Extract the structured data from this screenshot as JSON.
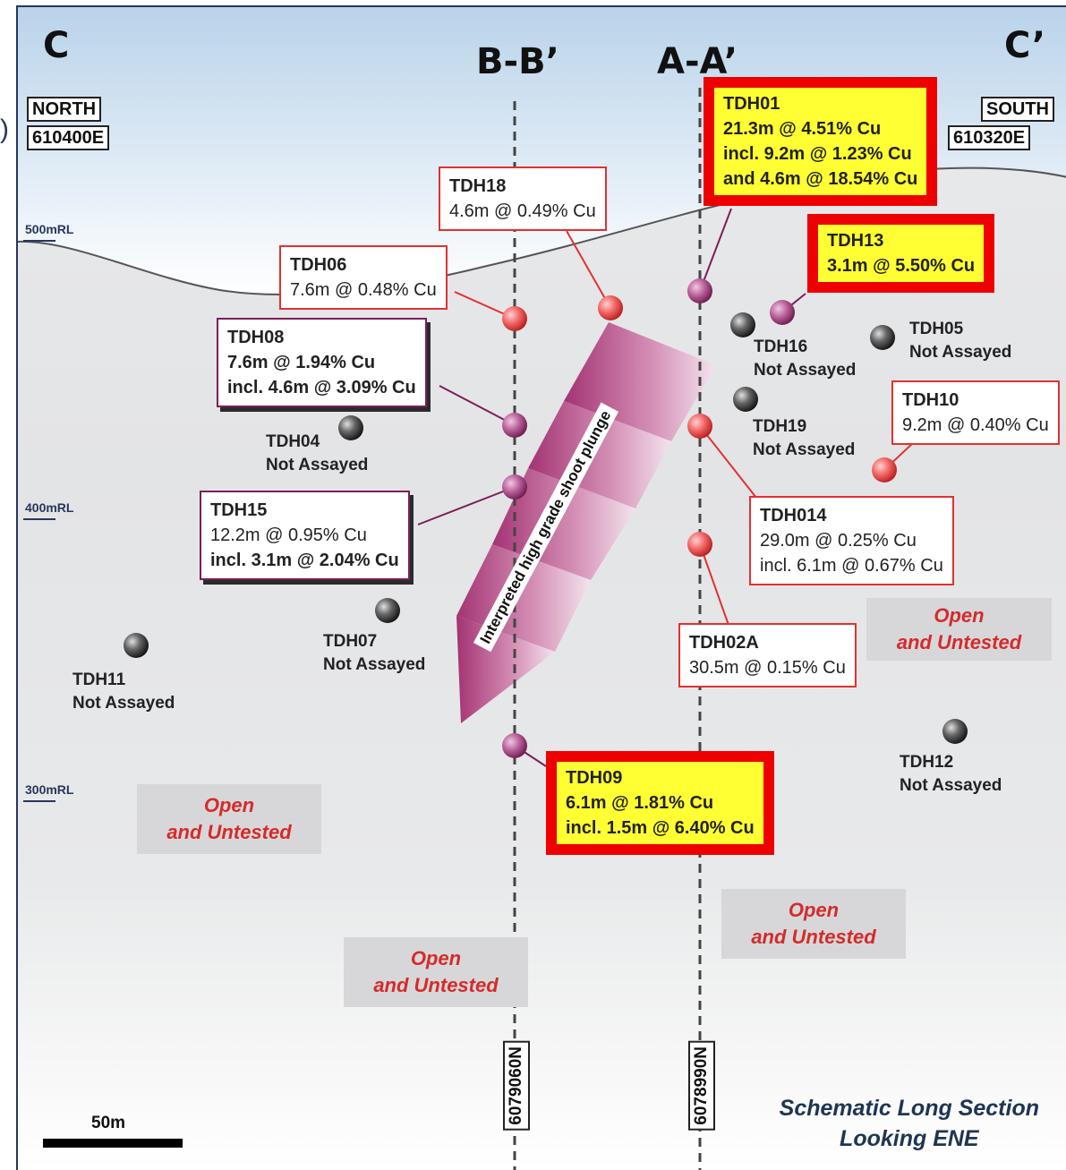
{
  "corners": {
    "left": "C",
    "right": "C’"
  },
  "sections": {
    "b": "B-B’",
    "a": "A-A’"
  },
  "north_label": "NORTH",
  "north_coord": "610400E",
  "south_label": "SOUTH",
  "south_coord": "610320E",
  "rl_labels": [
    "500mRL",
    "400mRL",
    "300mRL"
  ],
  "stray_glyph": ")",
  "callouts": {
    "tdh01": {
      "title": "TDH01",
      "lines": [
        "21.3m @ 4.51% Cu",
        "incl. 9.2m @ 1.23% Cu",
        "and 4.6m @ 18.54% Cu"
      ]
    },
    "tdh13": {
      "title": "TDH13",
      "lines": [
        "3.1m @ 5.50% Cu"
      ]
    },
    "tdh18": {
      "title": "TDH18",
      "lines": [
        "4.6m @ 0.49% Cu"
      ]
    },
    "tdh06": {
      "title": "TDH06",
      "lines": [
        "7.6m @ 0.48% Cu"
      ]
    },
    "tdh08": {
      "title": "TDH08",
      "lines": [
        "7.6m @ 1.94% Cu",
        "incl. 4.6m @ 3.09% Cu"
      ]
    },
    "tdh10": {
      "title": "TDH10",
      "lines": [
        "9.2m @ 0.40% Cu"
      ]
    },
    "tdh15": {
      "title": "TDH15",
      "lines": [
        "12.2m @ 0.95% Cu",
        "incl. 3.1m @ 2.04% Cu"
      ]
    },
    "tdh014": {
      "title": "TDH014",
      "lines": [
        "29.0m @ 0.25% Cu",
        "incl. 6.1m @ 0.67% Cu"
      ]
    },
    "tdh02a": {
      "title": "TDH02A",
      "lines": [
        "30.5m @ 0.15% Cu"
      ]
    },
    "tdh09": {
      "title": "TDH09",
      "lines": [
        "6.1m @ 1.81% Cu",
        "incl. 1.5m @ 6.40% Cu"
      ]
    }
  },
  "not_assayed": {
    "tdh16": {
      "id": "TDH16",
      "status": "Not Assayed"
    },
    "tdh05": {
      "id": "TDH05",
      "status": "Not Assayed"
    },
    "tdh19": {
      "id": "TDH19",
      "status": "Not Assayed"
    },
    "tdh04": {
      "id": "TDH04",
      "status": "Not Assayed"
    },
    "tdh07": {
      "id": "TDH07",
      "status": "Not Assayed"
    },
    "tdh11": {
      "id": "TDH11",
      "status": "Not Assayed"
    },
    "tdh12": {
      "id": "TDH12",
      "status": "Not Assayed"
    }
  },
  "open_text": {
    "line1": "Open",
    "line2": "and Untested"
  },
  "plunge_label": "Interpreted high grade shoot plunge",
  "northings": {
    "b": "6079060N",
    "a": "6078990N"
  },
  "scale_label": "50m",
  "footer": {
    "line1": "Schematic Long Section",
    "line2": "Looking ENE"
  },
  "colors": {
    "highlight": "#ffff33",
    "highlight_border": "#ee0000",
    "assay_border": "#e23030",
    "purple": "#7b1e5a",
    "open_text": "#d42b2b"
  }
}
